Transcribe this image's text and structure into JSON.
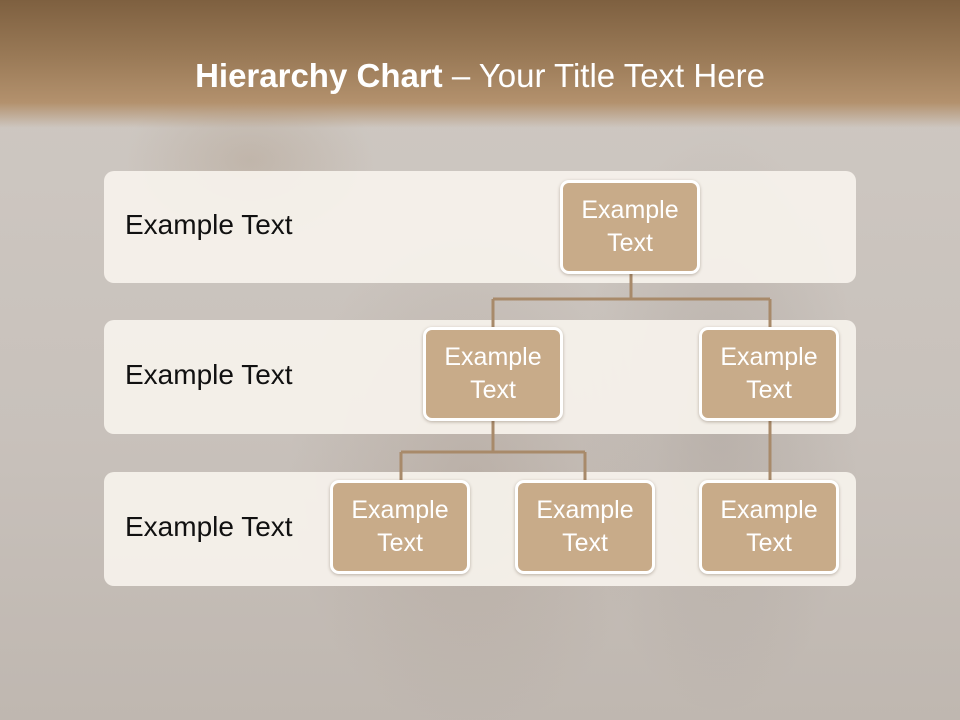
{
  "slide": {
    "title_bold": "Hierarchy Chart",
    "title_sep": " – ",
    "title_rest": "Your Title Text Here"
  },
  "levels": [
    {
      "label": "Example Text"
    },
    {
      "label": "Example Text"
    },
    {
      "label": "Example Text"
    }
  ],
  "nodes": {
    "root": "Example Text",
    "level2_left": "Example Text",
    "level2_right": "Example Text",
    "level3_a": "Example Text",
    "level3_b": "Example Text",
    "level3_c": "Example Text"
  },
  "colors": {
    "title_bar": "#8a6b49",
    "node_fill": "#c8ab89",
    "connector": "#a88a6a",
    "band": "#f6f2ec"
  }
}
